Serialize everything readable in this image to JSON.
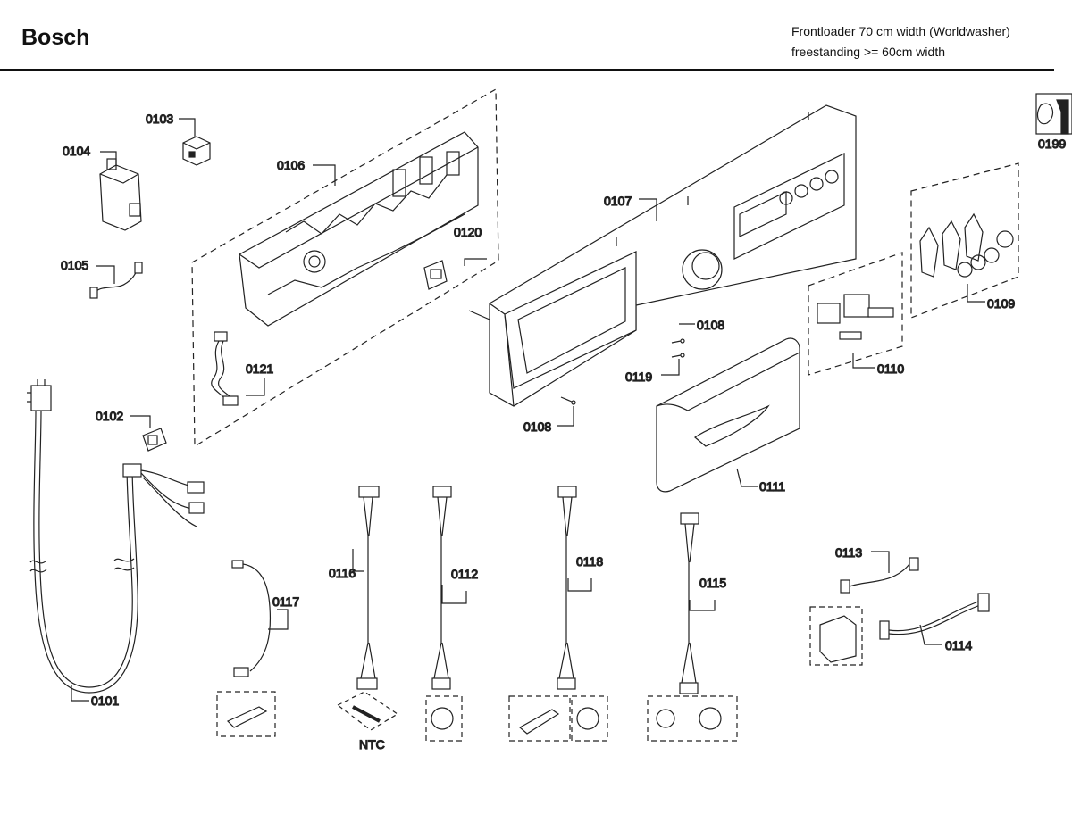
{
  "header": {
    "brand": "Bosch",
    "subtitle_line1": "Frontloader 70 cm width (Worldwasher)",
    "subtitle_line2": "freestanding >= 60cm width"
  },
  "parts": {
    "p0101": "0101",
    "p0102": "0102",
    "p0103": "0103",
    "p0104": "0104",
    "p0105": "0105",
    "p0106": "0106",
    "p0107": "0107",
    "p0108a": "0108",
    "p0108b": "0108",
    "p0109": "0109",
    "p0110": "0110",
    "p0111": "0111",
    "p0112": "0112",
    "p0113": "0113",
    "p0114": "0114",
    "p0115": "0115",
    "p0116": "0116",
    "p0117": "0117",
    "p0118": "0118",
    "p0119": "0119",
    "p0120": "0120",
    "p0121": "0121",
    "p0199": "0199"
  },
  "ntc_label": "NTC"
}
